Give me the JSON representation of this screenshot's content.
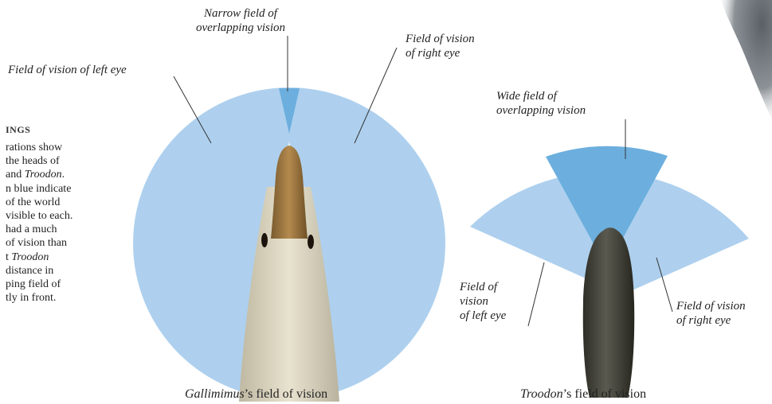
{
  "colors": {
    "field_light": "#aed0ee",
    "field_overlap": "#6cafde",
    "leader": "#333333"
  },
  "side_panel": {
    "heading": "INGS",
    "lines": [
      [
        "rations show"
      ],
      [
        "the heads of"
      ],
      [
        "and ",
        {
          "i": "Troodon"
        },
        "."
      ],
      [
        "n blue indicate"
      ],
      [
        "of the world"
      ],
      [
        "visible to each."
      ],
      [
        "had a much"
      ],
      [
        "of vision than"
      ],
      [
        "t ",
        {
          "i": "Troodon"
        }
      ],
      [
        "distance in"
      ],
      [
        "ping field of"
      ],
      [
        "tly in front."
      ]
    ]
  },
  "gallimimus": {
    "label_narrow": [
      "Narrow field of",
      "overlapping vision"
    ],
    "label_left": "Field of vision of left eye",
    "label_right": [
      "Field of vision",
      "of right eye"
    ],
    "caption_italic": "Gallimimus",
    "caption_rest": "’s field of vision"
  },
  "troodon": {
    "label_wide": [
      "Wide field of",
      "overlapping vision"
    ],
    "label_left": [
      "Field of",
      "vision",
      "of left eye"
    ],
    "label_right": [
      "Field of vision",
      "of right eye"
    ],
    "caption_italic": "Troodon",
    "caption_rest": "’s field of vision"
  }
}
